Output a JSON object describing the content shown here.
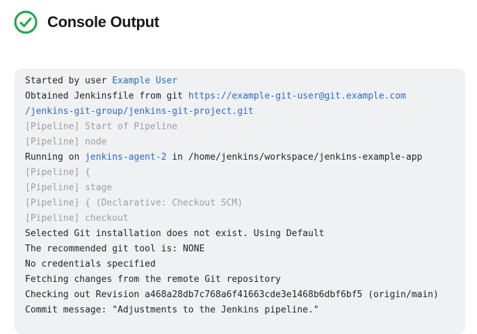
{
  "header": {
    "title": "Console Output",
    "status_icon": "check-circle-icon",
    "status": "success"
  },
  "colors": {
    "success_green": "#23a64c",
    "title": "#16181d",
    "console_background": "#f0f1f2",
    "plain_text": "#21242a",
    "muted_text": "#9b9fa5",
    "link": "#2b6bc3"
  },
  "console": {
    "lines": [
      {
        "segments": [
          {
            "text": "Started by user ",
            "style": "plain"
          },
          {
            "text": "Example User",
            "style": "link"
          }
        ]
      },
      {
        "segments": [
          {
            "text": "Obtained Jenkinsfile from git ",
            "style": "plain"
          },
          {
            "text": "https://example-git-user@git.example.com",
            "style": "link"
          }
        ]
      },
      {
        "segments": [
          {
            "text": "/jenkins-git-group/jenkins-git-project.git",
            "style": "link"
          }
        ]
      },
      {
        "segments": [
          {
            "text": "[Pipeline] Start of Pipeline",
            "style": "muted"
          }
        ]
      },
      {
        "segments": [
          {
            "text": "[Pipeline] node",
            "style": "muted"
          }
        ]
      },
      {
        "segments": [
          {
            "text": "Running on ",
            "style": "plain"
          },
          {
            "text": "jenkins-agent-2",
            "style": "link"
          },
          {
            "text": " in /home/jenkins/workspace/jenkins-example-app",
            "style": "plain"
          }
        ]
      },
      {
        "segments": [
          {
            "text": "[Pipeline] {",
            "style": "muted"
          }
        ]
      },
      {
        "segments": [
          {
            "text": "[Pipeline] stage",
            "style": "muted"
          }
        ]
      },
      {
        "segments": [
          {
            "text": "[Pipeline] { (Declarative: Checkout SCM)",
            "style": "muted"
          }
        ]
      },
      {
        "segments": [
          {
            "text": "[Pipeline] checkout",
            "style": "muted"
          }
        ]
      },
      {
        "segments": [
          {
            "text": "Selected Git installation does not exist. Using Default",
            "style": "plain"
          }
        ]
      },
      {
        "segments": [
          {
            "text": "The recommended git tool is: NONE",
            "style": "plain"
          }
        ]
      },
      {
        "segments": [
          {
            "text": "No credentials specified",
            "style": "plain"
          }
        ]
      },
      {
        "segments": [
          {
            "text": "Fetching changes from the remote Git repository",
            "style": "plain"
          }
        ]
      },
      {
        "segments": [
          {
            "text": "Checking out Revision a468a28db7c768a6f41663cde3e1468b6dbf6bf5 (origin/main)",
            "style": "plain"
          }
        ]
      },
      {
        "segments": [
          {
            "text": "Commit message: \"Adjustments to the Jenkins pipeline.\"",
            "style": "plain"
          }
        ]
      }
    ]
  }
}
